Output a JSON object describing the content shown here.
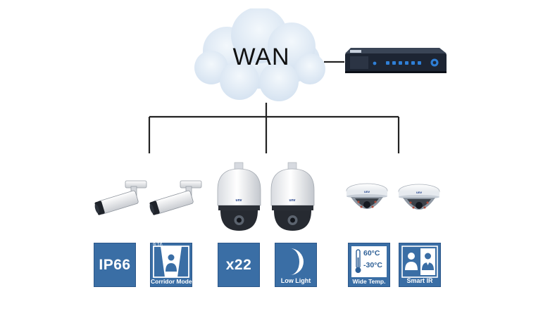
{
  "wan": {
    "label": "WAN"
  },
  "features": [
    {
      "label": "IP66",
      "icon": "ip66-icon"
    },
    {
      "label": "Corridor Mode",
      "ratio": "9:16",
      "icon": "corridor-mode-icon"
    },
    {
      "label": "x22",
      "icon": "zoom-x22-icon"
    },
    {
      "label": "Low Light",
      "icon": "moon-icon"
    },
    {
      "label": "Wide Temp.",
      "high_temp": "60°C",
      "low_temp": "-30°C",
      "icon": "thermometer-icon"
    },
    {
      "label": "Smart IR",
      "icon": "smart-ir-icon"
    }
  ],
  "colors": {
    "feature_blue": "#3a6ea5",
    "cloud": "#dfe9f4",
    "nvr_body": "#1d2533",
    "nvr_led": "#2f7fd6"
  }
}
